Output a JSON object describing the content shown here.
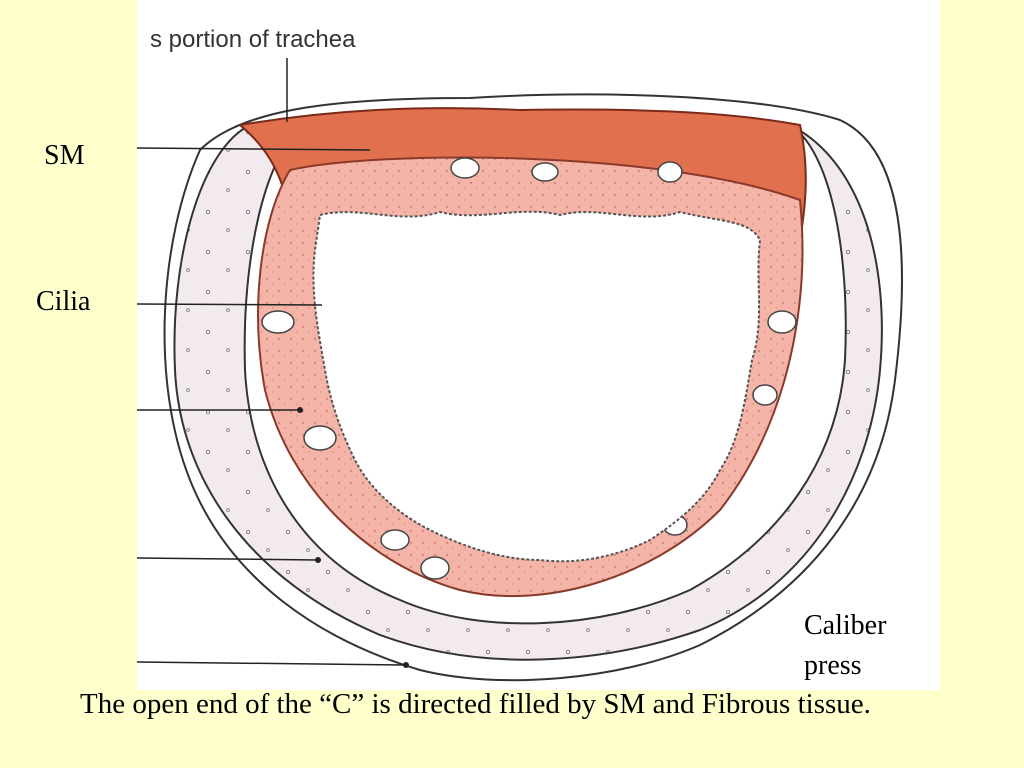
{
  "diagram": {
    "header": "s portion of trachea",
    "labels": {
      "sm": "SM",
      "cilia": "Cilia",
      "caliber_line1": "Caliber",
      "caliber_line2": "press"
    },
    "caption": "The open end of the “C” is directed filled by SM and Fibrous tissue."
  },
  "colors": {
    "background": "#ffffcc",
    "panel": "#ffffff",
    "smooth_muscle": "#e0704e",
    "mucosa": "#f4b4a8",
    "cartilage": "#f3eaf0",
    "outline": "#333333"
  }
}
